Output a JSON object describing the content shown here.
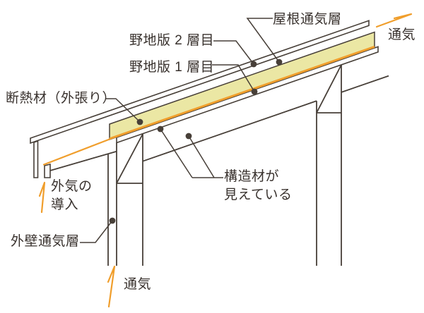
{
  "colors": {
    "background": "#ffffff",
    "line": "#473f38",
    "text": "#38312d",
    "insulation_fill": "#ebe7a4",
    "airflow_orange": "#f09e2c"
  },
  "labels": {
    "roof_vent_layer": "屋根通気層",
    "vent_top": "通気",
    "sheathing_2nd": "野地版 2 層目",
    "sheathing_1st": "野地版 1 層目",
    "insulation": "断熱材（外張り）",
    "outside_air_line1": "外気の",
    "outside_air_line2": "導入",
    "wall_vent_layer": "外壁通気層",
    "vent_bottom": "通気",
    "structure_visible_line1": "構造材が",
    "structure_visible_line2": "見えている"
  }
}
